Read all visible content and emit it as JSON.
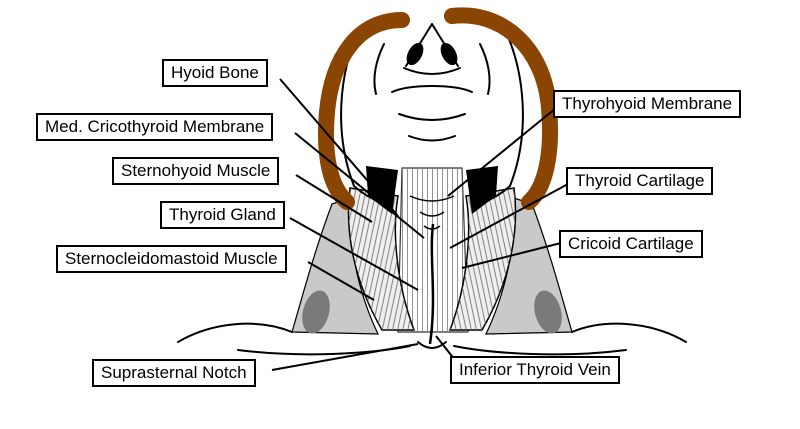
{
  "diagram": {
    "labels": [
      {
        "text": "Hyoid Bone"
      },
      {
        "text": "Med. Cricothyroid Membrane"
      },
      {
        "text": "Sternohyoid Muscle"
      },
      {
        "text": "Thyroid Gland"
      },
      {
        "text": "Sternocleidomastoid Muscle"
      },
      {
        "text": "Thyrohyoid Membrane"
      },
      {
        "text": "Thyroid Cartilage"
      },
      {
        "text": "Cricoid Cartilage"
      },
      {
        "text": "Suprasternal Notch"
      },
      {
        "text": "Inferior Thyroid Vein"
      }
    ],
    "colors": {
      "hair": "#8a4502",
      "outline": "#000000",
      "muscle_shade": "#c9c9c9",
      "shadow_gray": "#7a7a7a",
      "background": "#ffffff"
    }
  }
}
